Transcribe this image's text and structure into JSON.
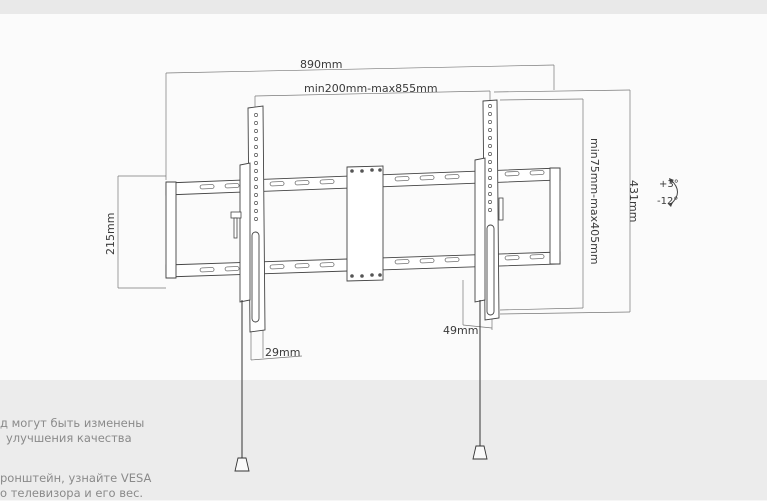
{
  "diagram": {
    "subject": "Tilting TV wall mount bracket",
    "dimensions": {
      "overall_width": "890mm",
      "vesa_horizontal": "min200mm-max855mm",
      "vesa_vertical": "min75mm-max405mm",
      "overall_height": "431mm",
      "wall_plate_height": "215mm",
      "profile_min": "29mm",
      "profile_max": "49mm"
    },
    "tilt": {
      "up": "+3°",
      "down": "-12°"
    }
  },
  "footer_text": {
    "line1": "д могут быть изменены",
    "line2": "улучшения качества",
    "line3": "ронштейн, узнайте VESA",
    "line4": "о телевизора и его вес."
  }
}
